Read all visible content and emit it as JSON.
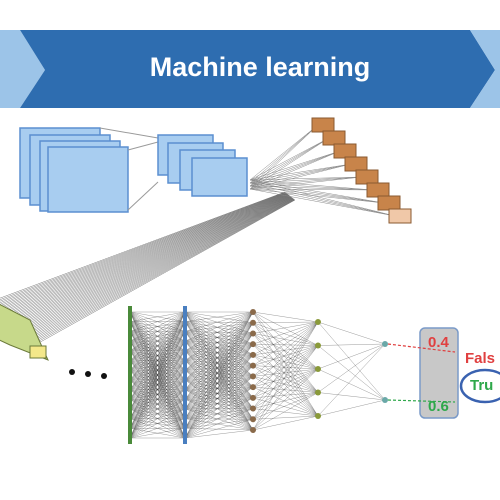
{
  "banner": {
    "title": "Machine learning"
  },
  "outputs": [
    {
      "value": "0.4",
      "label": "Fals",
      "color": "#e04040"
    },
    {
      "value": "0.6",
      "label": "Tru",
      "color": "#2ea84a"
    }
  ],
  "ellipsis": "...",
  "colors": {
    "banner": "#2e6db0",
    "conv_block": "#a8cdf0",
    "conv_border": "#5b8fd0",
    "feature_block": "#c8844a",
    "input_layer": "#4a8a3a",
    "hidden_layer": "#4a7fc0",
    "output_box": "#c8c8c8",
    "highlight_ellipse": "#3a62b0"
  }
}
